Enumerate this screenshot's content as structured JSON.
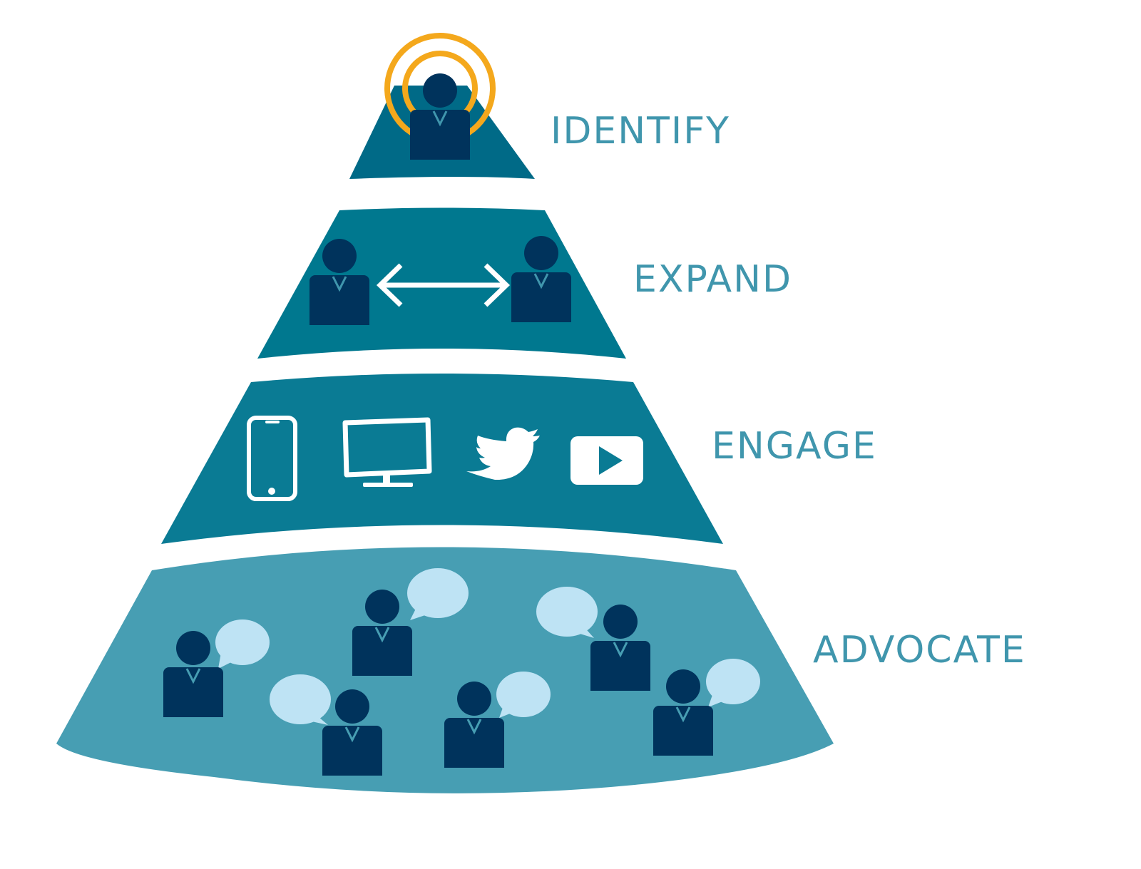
{
  "colors": {
    "identify_fill": "#006a87",
    "expand_fill": "#00788f",
    "engage_fill": "#0a7b94",
    "advocate_fill": "#479eb3",
    "person_fill": "#00335c",
    "bubble_fill": "#bee3f4",
    "ring_color": "#f4a81c",
    "label_color": "#4096ad",
    "icon_white": "#ffffff"
  },
  "tiers": [
    {
      "label": "IDENTIFY",
      "icons": [
        "person-icon",
        "signal-ring-icon"
      ]
    },
    {
      "label": "EXPAND",
      "icons": [
        "person-icon",
        "double-arrow-icon",
        "person-icon"
      ]
    },
    {
      "label": "ENGAGE",
      "icons": [
        "smartphone-icon",
        "monitor-icon",
        "twitter-bird-icon",
        "video-play-icon"
      ]
    },
    {
      "label": "ADVOCATE",
      "icons": [
        "person-icon",
        "speech-bubble-icon"
      ]
    }
  ]
}
